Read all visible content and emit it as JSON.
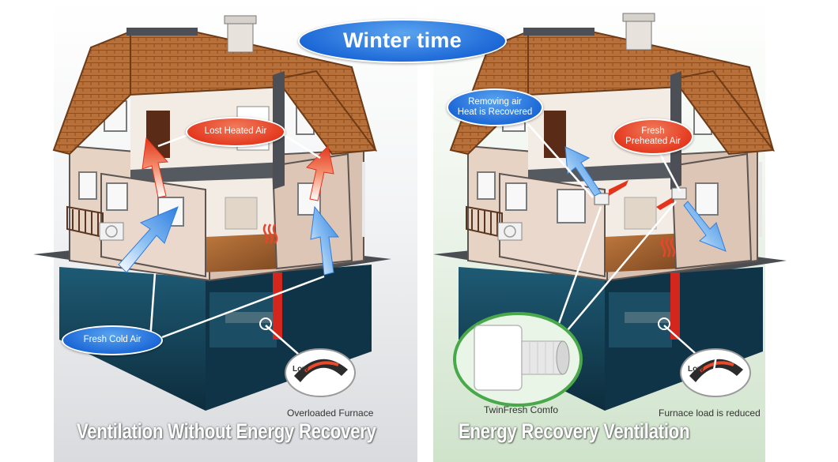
{
  "title": "Winter time",
  "left_panel": {
    "heading": "Ventilation Without Energy Recovery",
    "lost_air_label": "Lost Heated Air",
    "fresh_air_label": "Fresh Cold Air",
    "gauge_label": "Overloaded Furnace",
    "gauge_low": "Low",
    "gauge_level": 0.92
  },
  "right_panel": {
    "heading": "Energy Recovery Ventilation",
    "removing_label_line1": "Removing air",
    "removing_label_line2": "Heat is Recovered",
    "fresh_label_line1": "Fresh",
    "fresh_label_line2": "Preheated Air",
    "device_label": "TwinFresh Comfo",
    "gauge_label": "Furnace load is reduced",
    "gauge_low": "Low",
    "gauge_level": 0.55
  },
  "colors": {
    "blue_bubble": "#1e6ad8",
    "red_bubble": "#e53b21",
    "roof": "#b56a33",
    "wall": "#e9d8cc",
    "basement": "#123f56",
    "cold_arrow": "#3d8de0",
    "warm_arrow": "#e8452c"
  }
}
